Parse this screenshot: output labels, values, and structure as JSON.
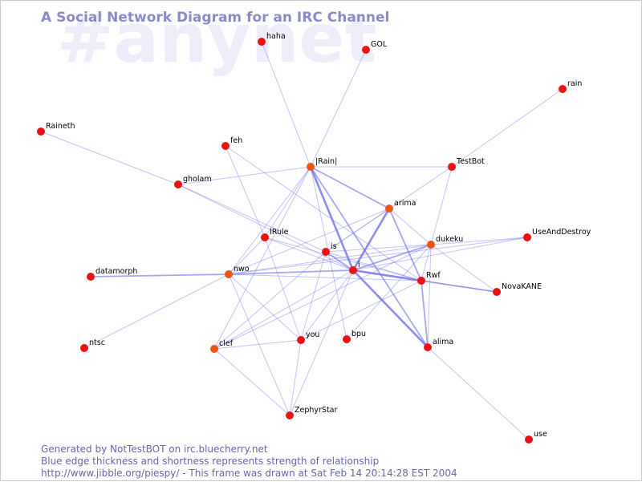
{
  "watermark": "#anynet",
  "title": "A Social Network Diagram for an IRC Channel",
  "footer": {
    "line1": "Generated by NotTestBOT on irc.bluecherry.net",
    "line2": "Blue edge thickness and shortness represents strength of relationship",
    "line3": "http://www.jibble.org/piespy/ - This frame was drawn at Sat Feb 14 20:14:28 EST 2004"
  },
  "colors": {
    "node": "#ee1111",
    "node_active": "#ee5511",
    "edge": "#7777ee",
    "title": "#8a8ac8",
    "footer": "#6666aa"
  },
  "nodes": [
    {
      "id": "haha",
      "label": "haha"
    },
    {
      "id": "GOL",
      "label": "GOL"
    },
    {
      "id": "rain",
      "label": "rain"
    },
    {
      "id": "Raineth",
      "label": "Raineth"
    },
    {
      "id": "feh",
      "label": "feh"
    },
    {
      "id": "Rain",
      "label": "|Rain|",
      "active": true
    },
    {
      "id": "TestBot",
      "label": "TestBot"
    },
    {
      "id": "gholam",
      "label": "gholam"
    },
    {
      "id": "arima",
      "label": "arima",
      "active": true
    },
    {
      "id": "IRule",
      "label": "IRule"
    },
    {
      "id": "dukeku",
      "label": "dukeku",
      "active": true
    },
    {
      "id": "UseAndDestroy",
      "label": "UseAndDestroy"
    },
    {
      "id": "is",
      "label": "is"
    },
    {
      "id": "i",
      "label": "i"
    },
    {
      "id": "datamorph",
      "label": "datamorph"
    },
    {
      "id": "nwo",
      "label": "nwo",
      "active": true
    },
    {
      "id": "Rwf",
      "label": "Rwf"
    },
    {
      "id": "NovaKANE",
      "label": "NovaKANE"
    },
    {
      "id": "ntsc",
      "label": "ntsc"
    },
    {
      "id": "clef",
      "label": "clef",
      "active": true
    },
    {
      "id": "you",
      "label": "you"
    },
    {
      "id": "bpu",
      "label": "bpu"
    },
    {
      "id": "alima",
      "label": "alima"
    },
    {
      "id": "ZephyrStar",
      "label": "ZephyrStar"
    },
    {
      "id": "use",
      "label": "use"
    }
  ],
  "edges": [
    {
      "from": "i",
      "to": "Rain",
      "strength": 3
    },
    {
      "from": "i",
      "to": "arima",
      "strength": 3
    },
    {
      "from": "i",
      "to": "Rwf",
      "strength": 3
    },
    {
      "from": "i",
      "to": "alima",
      "strength": 3
    },
    {
      "from": "i",
      "to": "dukeku",
      "strength": 2
    },
    {
      "from": "i",
      "to": "nwo",
      "strength": 2
    },
    {
      "from": "i",
      "to": "is",
      "strength": 2
    },
    {
      "from": "i",
      "to": "IRule",
      "strength": 1
    },
    {
      "from": "i",
      "to": "you",
      "strength": 1
    },
    {
      "from": "i",
      "to": "clef",
      "strength": 1
    },
    {
      "from": "i",
      "to": "NovaKANE",
      "strength": 1
    },
    {
      "from": "i",
      "to": "UseAndDestroy",
      "strength": 1
    },
    {
      "from": "i",
      "to": "gholam",
      "strength": 1
    },
    {
      "from": "i",
      "to": "ZephyrStar",
      "strength": 1
    },
    {
      "from": "Rain",
      "to": "haha",
      "strength": 1
    },
    {
      "from": "Rain",
      "to": "GOL",
      "strength": 1
    },
    {
      "from": "Rain",
      "to": "TestBot",
      "strength": 1
    },
    {
      "from": "Rain",
      "to": "gholam",
      "strength": 1
    },
    {
      "from": "Rain",
      "to": "arima",
      "strength": 2
    },
    {
      "from": "Rain",
      "to": "nwo",
      "strength": 1
    },
    {
      "from": "Rain",
      "to": "IRule",
      "strength": 1
    },
    {
      "from": "Rain",
      "to": "clef",
      "strength": 1
    },
    {
      "from": "Rain",
      "to": "bpu",
      "strength": 1
    },
    {
      "from": "Rain",
      "to": "alima",
      "strength": 2
    },
    {
      "from": "TestBot",
      "to": "rain",
      "strength": 1
    },
    {
      "from": "TestBot",
      "to": "dukeku",
      "strength": 1
    },
    {
      "from": "TestBot",
      "to": "is",
      "strength": 1
    },
    {
      "from": "Raineth",
      "to": "gholam",
      "strength": 1
    },
    {
      "from": "gholam",
      "to": "is",
      "strength": 1
    },
    {
      "from": "feh",
      "to": "IRule",
      "strength": 1
    },
    {
      "from": "feh",
      "to": "Rwf",
      "strength": 1
    },
    {
      "from": "arima",
      "to": "nwo",
      "strength": 1
    },
    {
      "from": "arima",
      "to": "is",
      "strength": 1
    },
    {
      "from": "arima",
      "to": "Rwf",
      "strength": 2
    },
    {
      "from": "arima",
      "to": "dukeku",
      "strength": 1
    },
    {
      "from": "dukeku",
      "to": "UseAndDestroy",
      "strength": 1
    },
    {
      "from": "dukeku",
      "to": "NovaKANE",
      "strength": 1
    },
    {
      "from": "dukeku",
      "to": "is",
      "strength": 1
    },
    {
      "from": "dukeku",
      "to": "Rwf",
      "strength": 1
    },
    {
      "from": "dukeku",
      "to": "alima",
      "strength": 1
    },
    {
      "from": "dukeku",
      "to": "bpu",
      "strength": 1
    },
    {
      "from": "dukeku",
      "to": "nwo",
      "strength": 1
    },
    {
      "from": "nwo",
      "to": "UseAndDestroy",
      "strength": 1
    },
    {
      "from": "nwo",
      "to": "datamorph",
      "strength": 2
    },
    {
      "from": "nwo",
      "to": "ntsc",
      "strength": 1
    },
    {
      "from": "nwo",
      "to": "IRule",
      "strength": 1
    },
    {
      "from": "nwo",
      "to": "you",
      "strength": 1
    },
    {
      "from": "nwo",
      "to": "ZephyrStar",
      "strength": 1
    },
    {
      "from": "nwo",
      "to": "Rwf",
      "strength": 1
    },
    {
      "from": "IRule",
      "to": "you",
      "strength": 1
    },
    {
      "from": "IRule",
      "to": "Rwf",
      "strength": 1
    },
    {
      "from": "Rwf",
      "to": "NovaKANE",
      "strength": 2
    },
    {
      "from": "Rwf",
      "to": "alima",
      "strength": 2
    },
    {
      "from": "Rwf",
      "to": "you",
      "strength": 1
    },
    {
      "from": "is",
      "to": "you",
      "strength": 1
    },
    {
      "from": "is",
      "to": "clef",
      "strength": 1
    },
    {
      "from": "is",
      "to": "Rwf",
      "strength": 1
    },
    {
      "from": "clef",
      "to": "you",
      "strength": 1
    },
    {
      "from": "clef",
      "to": "ZephyrStar",
      "strength": 1
    },
    {
      "from": "clef",
      "to": "dukeku",
      "strength": 1
    },
    {
      "from": "you",
      "to": "ZephyrStar",
      "strength": 1
    },
    {
      "from": "alima",
      "to": "use",
      "strength": 1
    }
  ]
}
